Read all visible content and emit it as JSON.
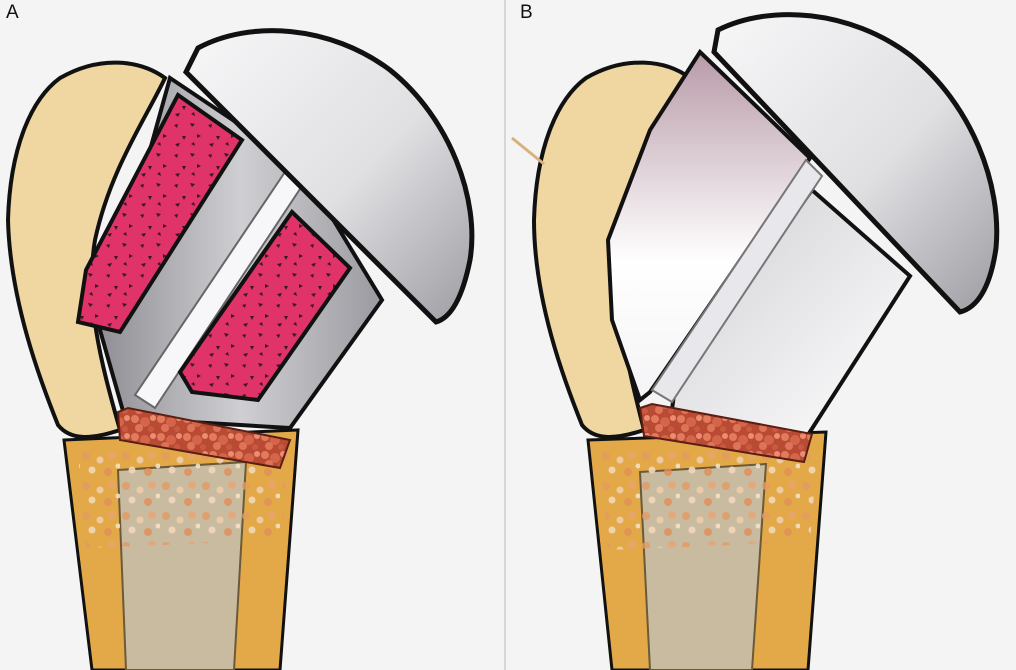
{
  "panels": [
    {
      "label": "A",
      "variant": "porous-coated stem with cancellous bone graft"
    },
    {
      "label": "B",
      "variant": "smooth metal stem"
    }
  ],
  "colors": {
    "background": "#f4f4f4",
    "divider": "#d6d6d6",
    "outline": "#111111",
    "tuberosity": "#f0d6a0",
    "shaft_cortex": "#e3a948",
    "medulla": "#c9bba0",
    "graft_pink": "#e0336a",
    "bone_chips": "#c9553a",
    "metal_light": "#ffffff",
    "metal_dark": "#a6a6aa"
  }
}
